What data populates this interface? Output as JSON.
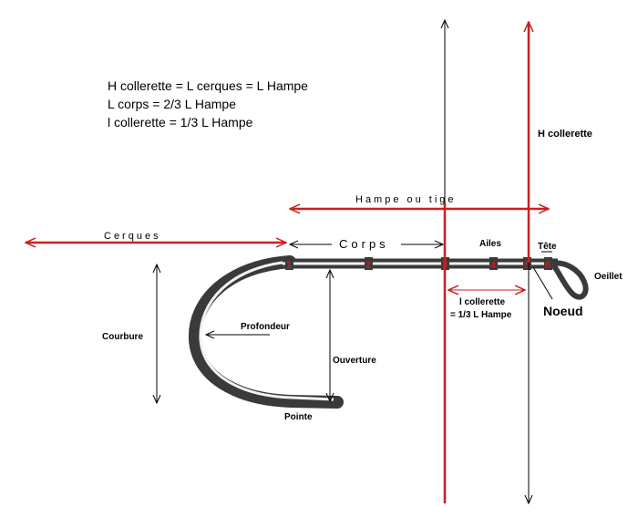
{
  "formulas": {
    "line1": "H collerette = L cerques = L Hampe",
    "line2": "L corps     = 2/3 L Hampe",
    "line3": "l collerette = 1/3 L Hampe"
  },
  "labels": {
    "h_collerette": "H collerette",
    "hampe": "Hampe ou tige",
    "cerques": "Cerques",
    "corps": "Corps",
    "ailes": "Ailes",
    "tete": "Tête",
    "oeillet": "Oeillet",
    "noeud": "Noeud",
    "l_collerette": "l collerette",
    "l_collerette_ratio": "= 1/3 L Hampe",
    "courbure": "Courbure",
    "profondeur": "Profondeur",
    "ouverture": "Ouverture",
    "pointe": "Pointe"
  },
  "segments": [
    "1",
    "2",
    "3",
    "4",
    "5",
    "6"
  ],
  "colors": {
    "accent_red": "#cc1f1f",
    "line_black": "#000000",
    "hook_fill": "#3a3a3a"
  }
}
